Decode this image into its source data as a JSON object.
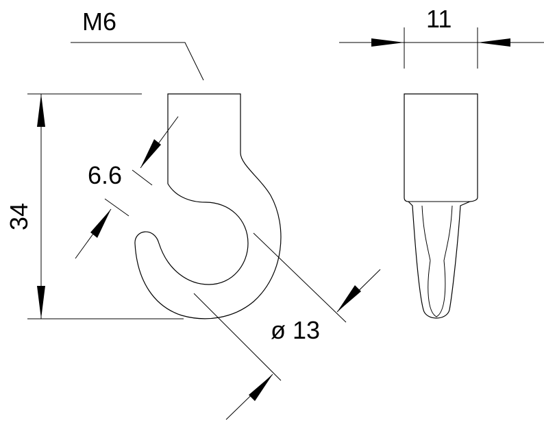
{
  "drawing": {
    "thread_label": "M6",
    "width_label": "11",
    "height_label": "34",
    "wire_label": "6.6",
    "diameter_label": "ø 13"
  }
}
